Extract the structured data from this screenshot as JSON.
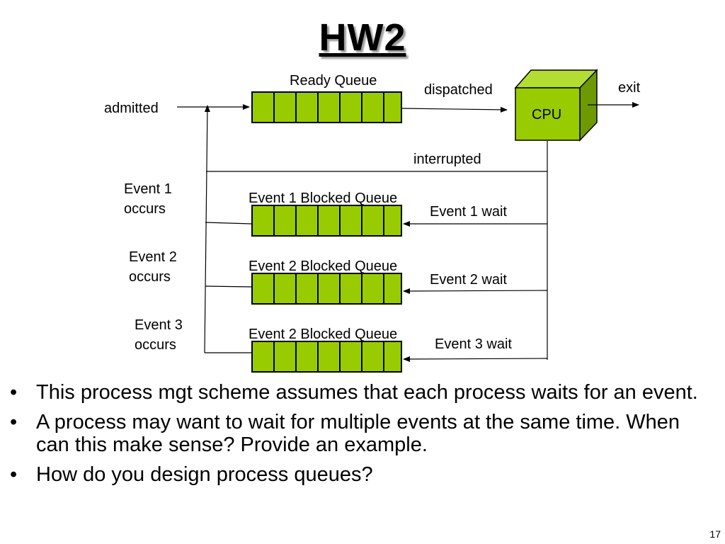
{
  "title": "HW2",
  "labels": {
    "ready_queue": "Ready Queue",
    "admitted": "admitted",
    "dispatched": "dispatched",
    "cpu": "CPU",
    "exit": "exit",
    "interrupted": "interrupted",
    "event1_occurs_line1": "Event 1",
    "event1_occurs_line2": "occurs",
    "event2_occurs_line1": "Event 2",
    "event2_occurs_line2": "occurs",
    "event3_occurs_line1": "Event 3",
    "event3_occurs_line2": "occurs",
    "queue1_name": "Event 1 Blocked Queue",
    "queue2_name": "Event 2 Blocked Queue",
    "queue3_name": "Event 2 Blocked Queue",
    "event1_wait": "Event 1 wait",
    "event2_wait": "Event 2 wait",
    "event3_wait": "Event 3 wait"
  },
  "bullets": [
    "This process mgt scheme assumes that each process waits for an event.",
    "A process may want to wait for multiple events at the same time. When can this make sense? Provide an example.",
    "How do you design process queues?"
  ],
  "bullet_marker": "•",
  "page_number": "17",
  "colors": {
    "queue_fill": "#99cc00",
    "cpu_front": "#99cc00",
    "cpu_top": "#b3dd33",
    "cpu_side": "#6e9900"
  }
}
